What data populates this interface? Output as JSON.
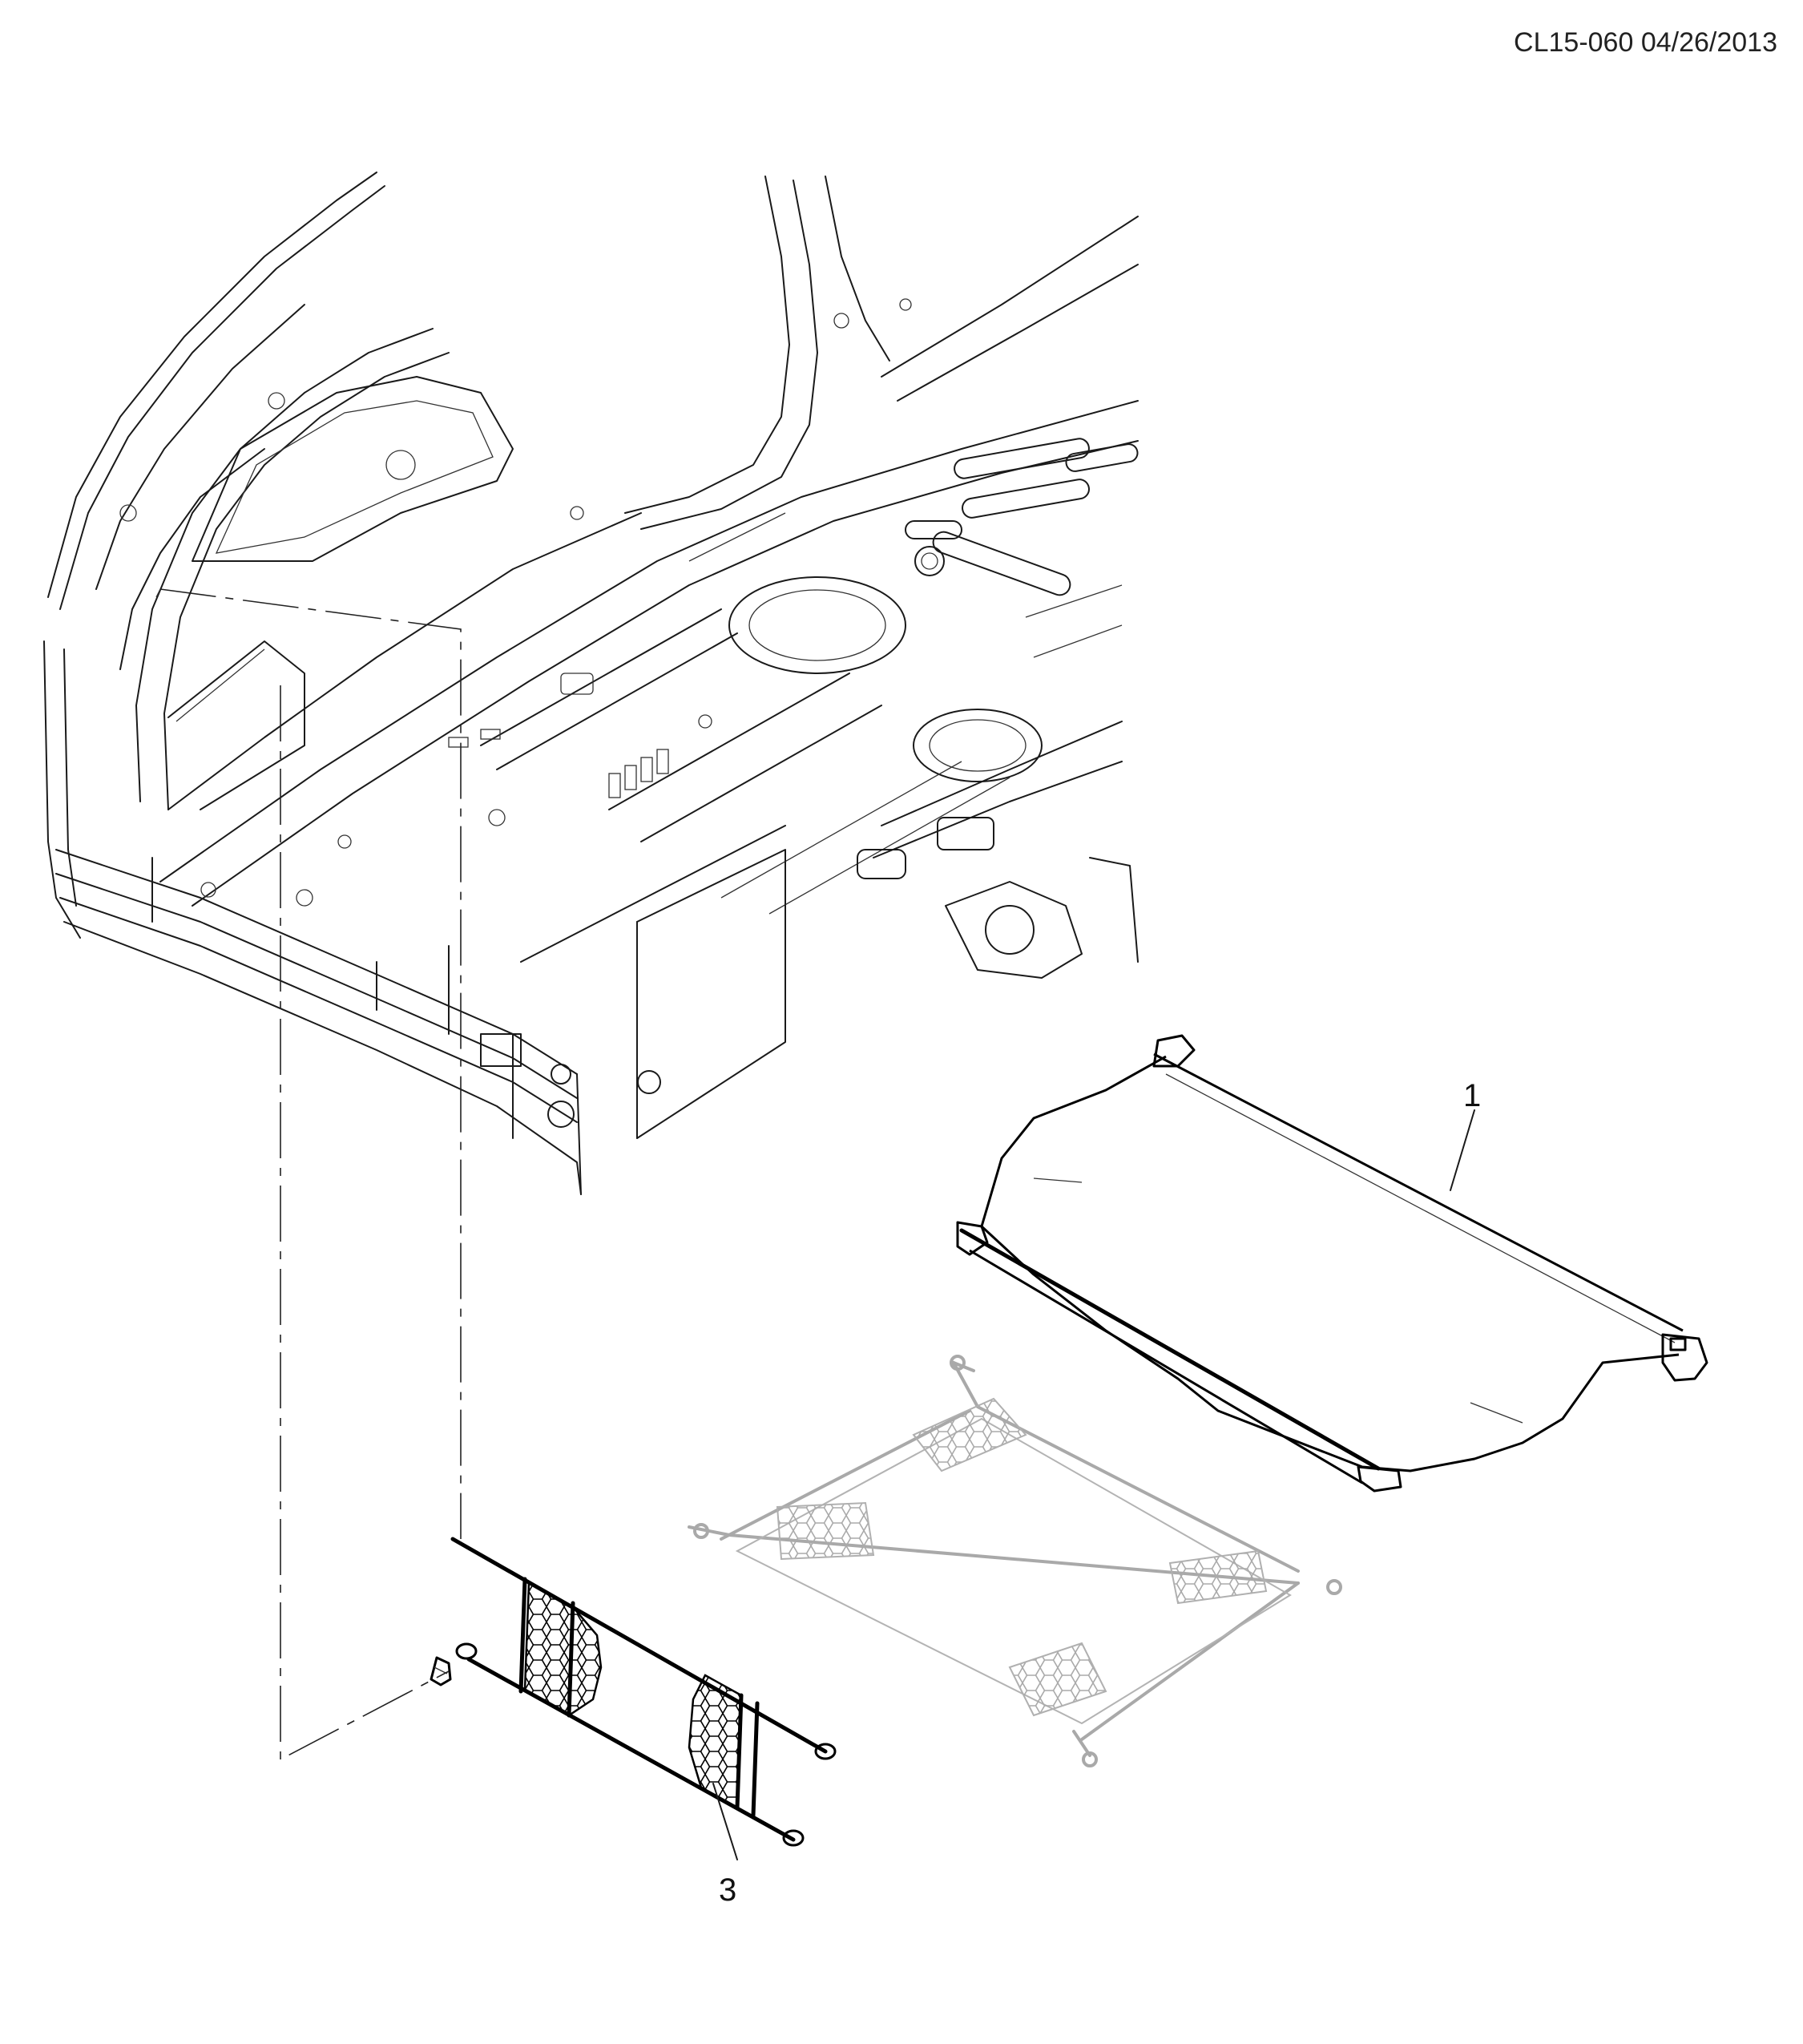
{
  "header": {
    "drawing_code": "CL15-060 04/26/2013"
  },
  "callouts": [
    {
      "label": "1"
    },
    {
      "label": "3"
    }
  ]
}
